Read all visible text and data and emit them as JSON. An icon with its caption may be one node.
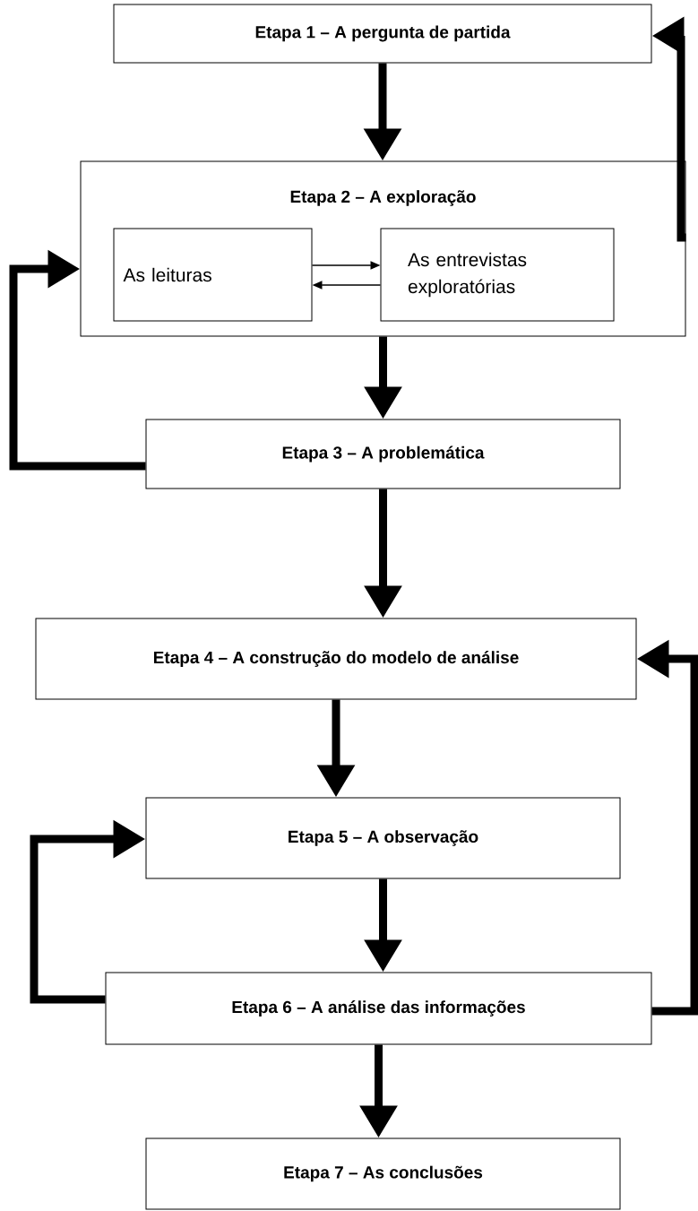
{
  "diagram": {
    "nodes": [
      {
        "text": [
          "Etapa 1 – A pergunta de partida"
        ]
      },
      {
        "text": [
          "Etapa 2 – A exploração"
        ]
      },
      {
        "text": [
          "As leituras"
        ],
        "in": 1
      },
      {
        "text": [
          "As entrevistas exploratórias"
        ],
        "in": 1
      },
      {
        "text": [
          "Etapa 3 – A problemática"
        ]
      },
      {
        "text": [
          "Etapa 4 – A construção do modelo de análise"
        ]
      },
      {
        "text": [
          "Etapa 5 – A observação"
        ]
      },
      {
        "text": [
          "Etapa 6 – A análise das informações"
        ]
      },
      {
        "text": [
          "Etapa 7 – As conclusões"
        ]
      }
    ],
    "edges": [
      {
        "from": 0,
        "to": 1,
        "arrow": "to"
      },
      {
        "from": 1,
        "to": 0,
        "arrow": "to"
      },
      {
        "from": 2,
        "to": 3,
        "arrow": "to"
      },
      {
        "from": 3,
        "to": 2,
        "arrow": "to"
      },
      {
        "from": 1,
        "to": 4,
        "arrow": "to"
      },
      {
        "from": 4,
        "to": 1,
        "arrow": "to"
      },
      {
        "from": 4,
        "to": 5,
        "arrow": "to"
      },
      {
        "from": 5,
        "to": 6,
        "arrow": "to"
      },
      {
        "from": 6,
        "to": 7,
        "arrow": "to"
      },
      {
        "from": 7,
        "to": 6,
        "arrow": "to"
      },
      {
        "from": 7,
        "to": 5,
        "arrow": "to"
      },
      {
        "from": 7,
        "to": 8,
        "arrow": "to"
      }
    ]
  }
}
